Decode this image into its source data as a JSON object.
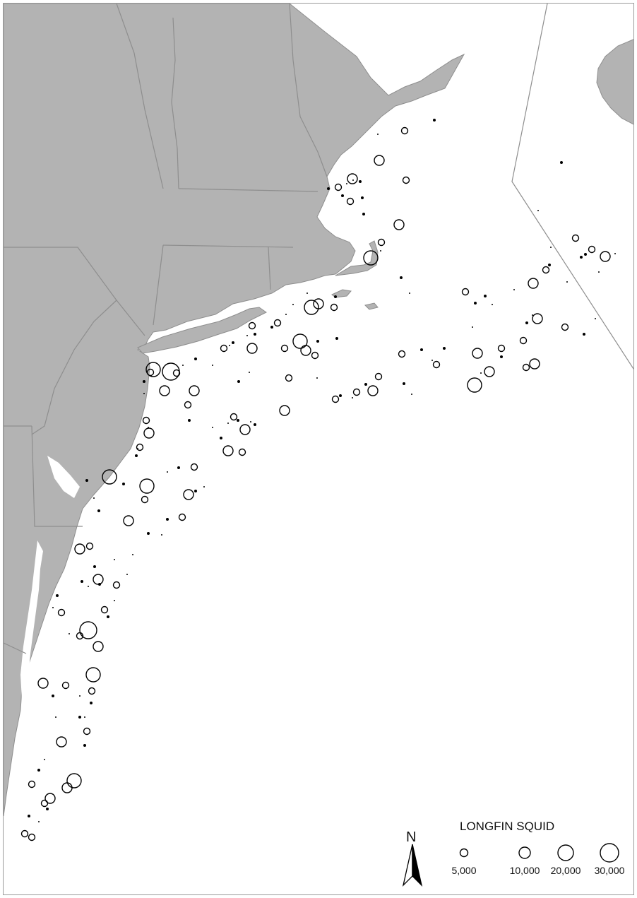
{
  "map": {
    "colors": {
      "land": "#b3b3b3",
      "border": "#8e8e8e",
      "ocean": "#ffffff",
      "marker": "#000000"
    }
  },
  "legend": {
    "title": "LONGFIN SQUID",
    "classes": [
      {
        "value": 5000,
        "label": "5,000"
      },
      {
        "value": 10000,
        "label": "10,000"
      },
      {
        "value": 20000,
        "label": "20,000"
      },
      {
        "value": 30000,
        "label": "30,000"
      }
    ]
  },
  "north_arrow": {
    "label": "N"
  },
  "catch_values": [
    5000,
    1000,
    500,
    10000,
    1000,
    5000,
    1000,
    500,
    20000,
    5000,
    10000,
    1000,
    500,
    1000,
    5000,
    500,
    10000,
    5000,
    1000,
    500,
    1000,
    20000,
    10000,
    5000,
    1000,
    500,
    500,
    500,
    5000,
    1000,
    500,
    1000,
    10000,
    5000,
    1000,
    500,
    5000,
    500,
    1000,
    500,
    5000,
    30000,
    10000,
    20000,
    5000,
    1000,
    500,
    5000,
    1000,
    10000,
    500,
    1000,
    500,
    5000,
    1000,
    10000,
    500,
    1000,
    5000,
    10000,
    1000,
    500,
    5000,
    20000,
    10000,
    5000,
    1000,
    5000,
    500,
    1000,
    10000,
    5000,
    1000,
    500,
    5000,
    1000,
    10000,
    5000,
    1000,
    500,
    5000,
    1000,
    500,
    5000,
    1000,
    500,
    10000,
    5000,
    1000,
    500,
    10000,
    5000,
    1000,
    500,
    10000,
    20000,
    1000,
    500,
    5000,
    1000,
    500,
    10000,
    5000,
    1000,
    500,
    500,
    1000,
    5000,
    500,
    10000,
    500,
    1000,
    5000,
    1000,
    500,
    5000,
    10000,
    5000,
    1000,
    500,
    500,
    1000
  ]
}
